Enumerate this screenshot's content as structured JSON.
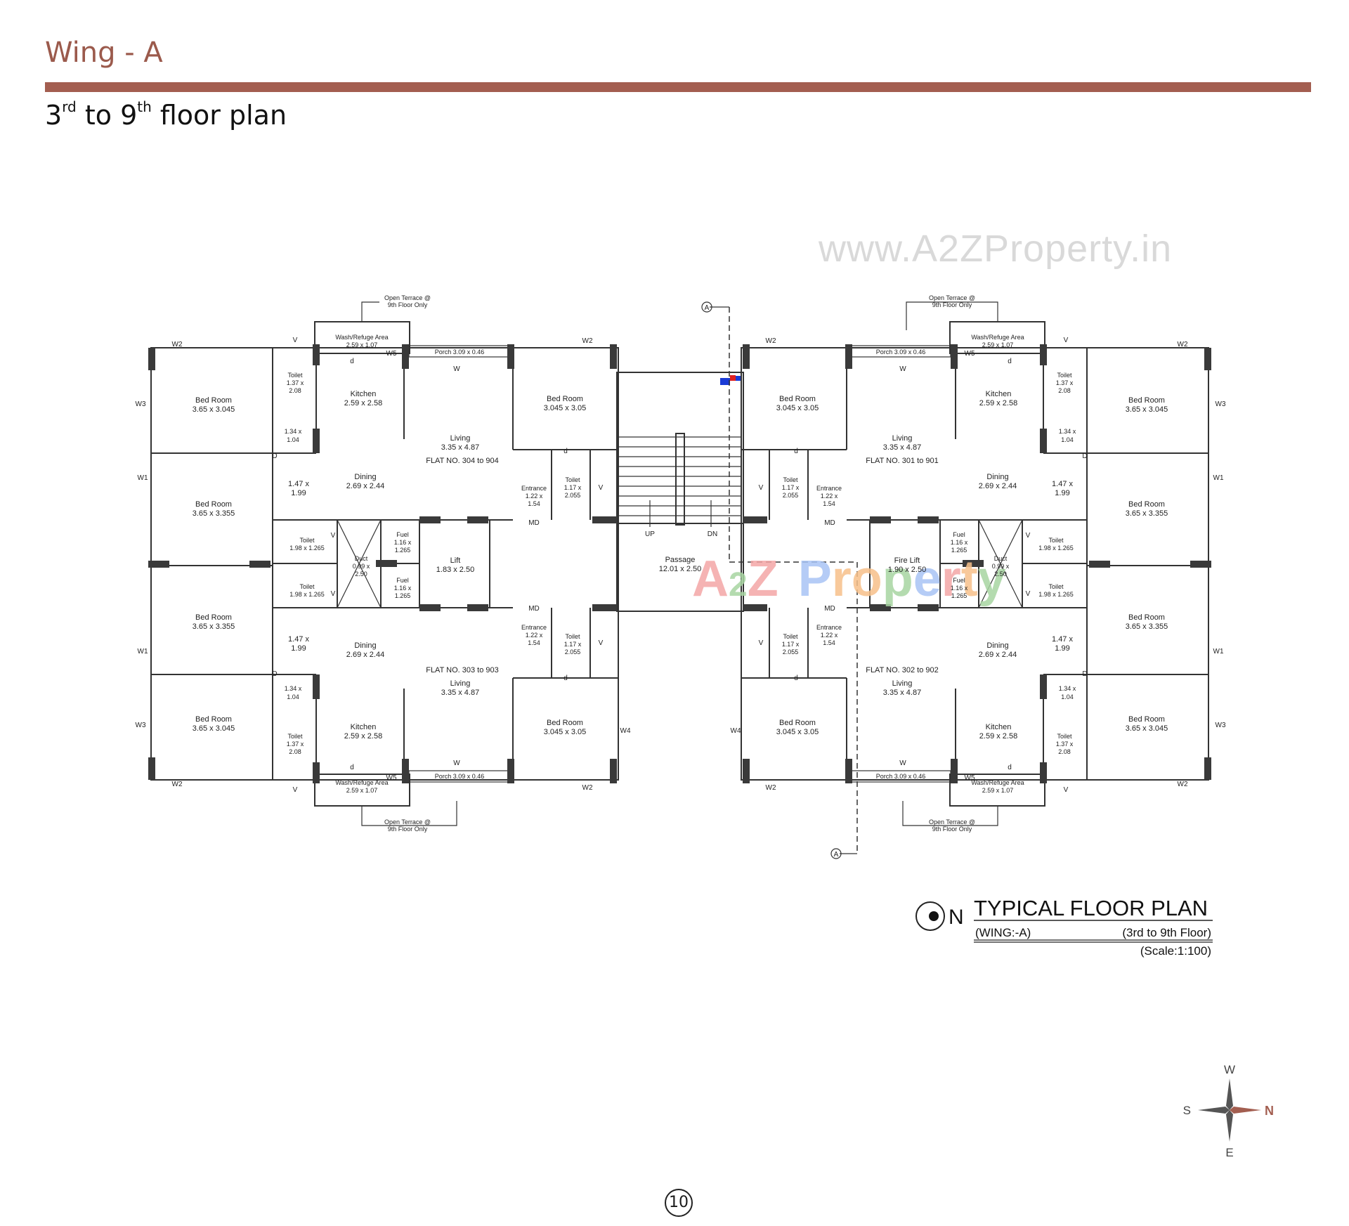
{
  "header": {
    "wing_title": "Wing - A",
    "floor_title_part1": "3",
    "floor_title_sup1": "rd",
    "floor_title_part2": " to 9",
    "floor_title_sup2": "th",
    "floor_title_part3": " floor plan"
  },
  "watermark": {
    "url": "www.A2ZProperty.in",
    "logo_letters": [
      "A",
      "2",
      "Z",
      "P",
      "r",
      "o",
      "p",
      "e",
      "r",
      "t",
      "y"
    ],
    "logo_colors": [
      "#f4a6a6",
      "#a8d5a2",
      "#f4a6a6",
      "#a9c4f5",
      "#f7c08a",
      "#f7c08a",
      "#a8d5a2",
      "#a9c4f5",
      "#f4a6a6",
      "#f7c08a",
      "#a8d5a2"
    ]
  },
  "plan": {
    "section_marker": "A",
    "terrace_note_line1": "Open Terrace @",
    "terrace_note_line2": "9th Floor Only",
    "flats": {
      "top_left": "FLAT NO. 304 to 904",
      "top_right": "FLAT NO. 301 to 901",
      "bottom_left": "FLAT NO. 303 to 903",
      "bottom_right": "FLAT NO. 302 to 902"
    },
    "rooms": {
      "wash_refuge": [
        "Wash/Refuge Area",
        "2.59 x 1.07"
      ],
      "porch": "Porch 3.09 x 0.46",
      "kitchen": [
        "Kitchen",
        "2.59 x 2.58"
      ],
      "living": [
        "Living",
        "3.35 x 4.87"
      ],
      "bed_3045_305": [
        "Bed Room",
        "3.045 x 3.05"
      ],
      "bed_365_3045": [
        "Bed Room",
        "3.65 x 3.045"
      ],
      "bed_365_3355": [
        "Bed Room",
        "3.65 x 3.355"
      ],
      "toilet_137": [
        "Toilet",
        "1.37 x",
        "2.08"
      ],
      "small_134": [
        "1.34 x",
        "1.04"
      ],
      "dining": [
        "Dining",
        "2.69 x 2.44"
      ],
      "small_147": [
        "1.47 x",
        "1.99"
      ],
      "entrance": [
        "Entrance",
        "1.22 x",
        "1.54"
      ],
      "toilet_117": [
        "Toilet",
        "1.17 x",
        "2.055"
      ],
      "toilet_198": [
        "Toilet",
        "1.98 x 1.265"
      ],
      "duct": [
        "Duct",
        "0.99 x",
        "2.50"
      ],
      "fuel": [
        "Fuel",
        "1.16 x",
        "1.265"
      ],
      "lift": [
        "Lift",
        "1.83 x 2.50"
      ],
      "fire_lift": [
        "Fire Lift",
        "1.90 x 2.50"
      ],
      "passage": [
        "Passage",
        "12.01 x 2.50"
      ]
    },
    "marks": {
      "up": "UP",
      "dn": "DN",
      "md": "MD",
      "d": "d",
      "D": "D",
      "v": "V",
      "w": "W",
      "w1": "W1",
      "w2": "W2",
      "w3": "W3",
      "w4": "W4",
      "w5": "W5"
    }
  },
  "title_block": {
    "north_letter": "N",
    "title": "TYPICAL FLOOR PLAN",
    "wing": "(WING:-A)",
    "floors": "(3rd to 9th Floor)",
    "scale": "(Scale:1:100)"
  },
  "compass": {
    "north": "N",
    "south": "S",
    "east": "E",
    "west": "W"
  },
  "page_number": "10",
  "colors": {
    "accent": "#a35e50",
    "heading": "#9b5a4c",
    "wall": "#333333",
    "column": "#3a3a3a",
    "compass_north": "#a35e50"
  }
}
